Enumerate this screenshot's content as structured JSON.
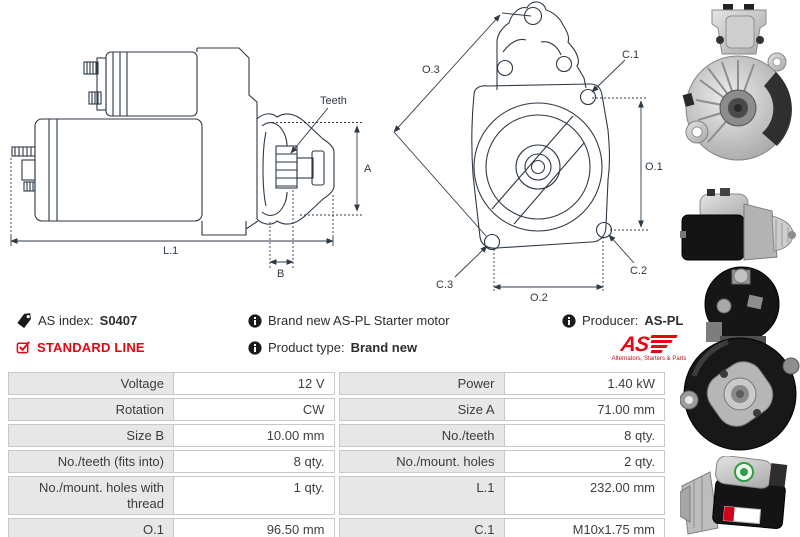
{
  "colors": {
    "accent_red": "#e30613",
    "drawing_line": "#2f3a45",
    "table_label_bg": "#e7e7e7",
    "table_border": "#c8c8c8"
  },
  "info": {
    "as_index_label": "AS index:",
    "as_index_value": "S0407",
    "standard_line": "STANDARD LINE",
    "brand_new_text": "Brand new AS-PL Starter motor",
    "product_type_label": "Product type:",
    "product_type_value": "Brand new",
    "producer_label": "Producer:",
    "producer_value": "AS-PL"
  },
  "logo": {
    "text": "AS",
    "tagline": "Alternators, Starters & Parts"
  },
  "diagram": {
    "side_view": {
      "teeth": "Teeth",
      "dim_a": "A",
      "dim_l1": "L.1",
      "dim_b": "B"
    },
    "front_view": {
      "dim_o3": "O.3",
      "dim_c1": "C.1",
      "dim_o1": "O.1",
      "dim_c3": "C.3",
      "dim_c2": "C.2",
      "dim_o2": "O.2"
    }
  },
  "spec_table": {
    "rows": [
      {
        "left_label": "Voltage",
        "left_value": "12 V",
        "right_label": "Power",
        "right_value": "1.40 kW"
      },
      {
        "left_label": "Rotation",
        "left_value": "CW",
        "right_label": "Size A",
        "right_value": "71.00 mm"
      },
      {
        "left_label": "Size B",
        "left_value": "10.00 mm",
        "right_label": "No./teeth",
        "right_value": "8 qty."
      },
      {
        "left_label": "No./teeth (fits into)",
        "left_value": "8 qty.",
        "right_label": "No./mount. holes",
        "right_value": "2 qty."
      },
      {
        "left_label": "No./mount. holes with thread",
        "left_value": "1 qty.",
        "right_label": "L.1",
        "right_value": "232.00 mm"
      },
      {
        "left_label": "O.1",
        "left_value": "96.50 mm",
        "right_label": "C.1",
        "right_value": "M10x1.75 mm"
      }
    ]
  }
}
